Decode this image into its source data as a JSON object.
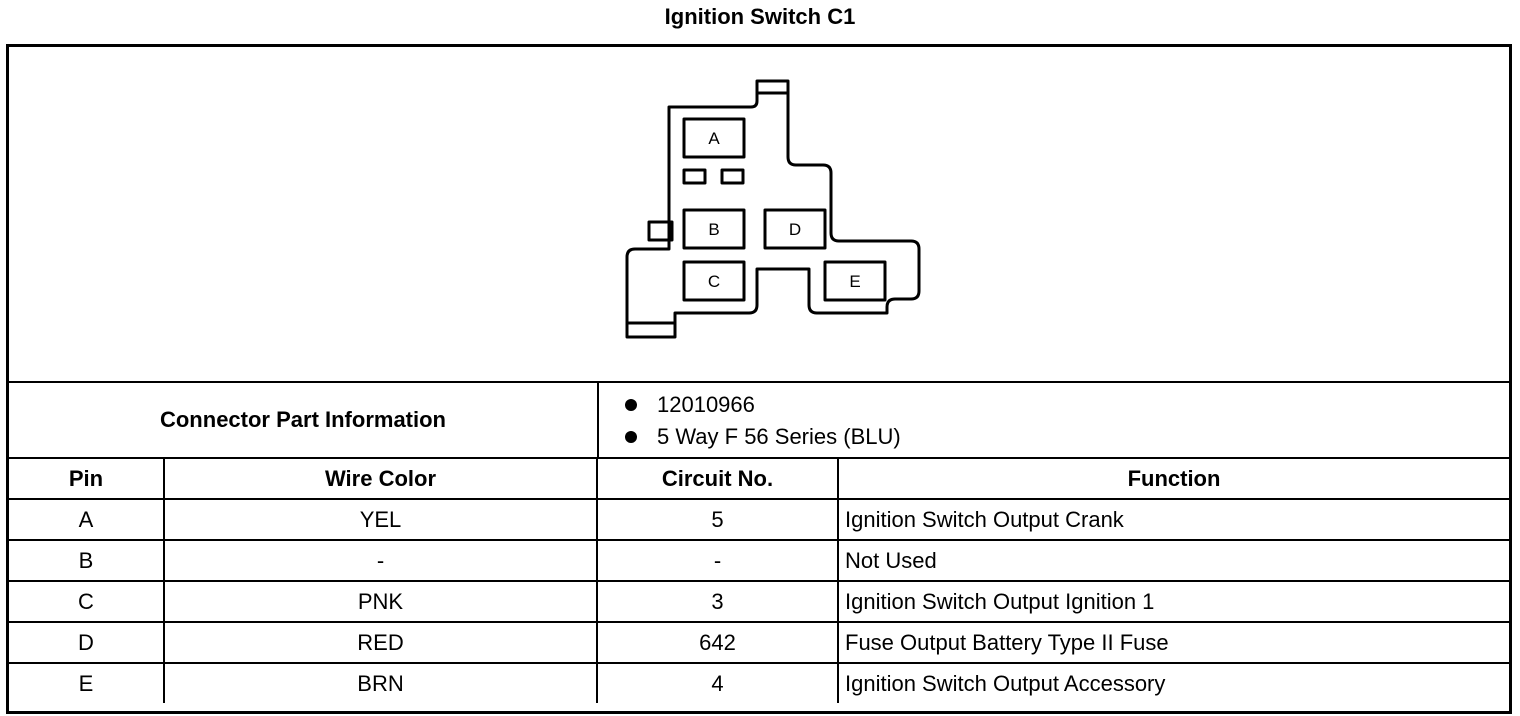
{
  "title": "Ignition Switch C1",
  "connector_diagram": {
    "cavities": [
      {
        "label": "A"
      },
      {
        "label": "B"
      },
      {
        "label": "C"
      },
      {
        "label": "D"
      },
      {
        "label": "E"
      }
    ]
  },
  "connector_info": {
    "label": "Connector Part Information",
    "items": [
      "12010966",
      "5 Way F 56 Series (BLU)"
    ]
  },
  "table": {
    "headers": {
      "pin": "Pin",
      "wire_color": "Wire Color",
      "circuit": "Circuit No.",
      "function": "Function"
    },
    "rows": [
      {
        "pin": "A",
        "wire_color": "YEL",
        "circuit": "5",
        "function": "Ignition Switch Output Crank"
      },
      {
        "pin": "B",
        "wire_color": "-",
        "circuit": "-",
        "function": "Not Used"
      },
      {
        "pin": "C",
        "wire_color": "PNK",
        "circuit": "3",
        "function": "Ignition Switch Output Ignition 1"
      },
      {
        "pin": "D",
        "wire_color": "RED",
        "circuit": "642",
        "function": "Fuse Output Battery Type II Fuse"
      },
      {
        "pin": "E",
        "wire_color": "BRN",
        "circuit": "4",
        "function": "Ignition Switch Output Accessory"
      }
    ]
  }
}
